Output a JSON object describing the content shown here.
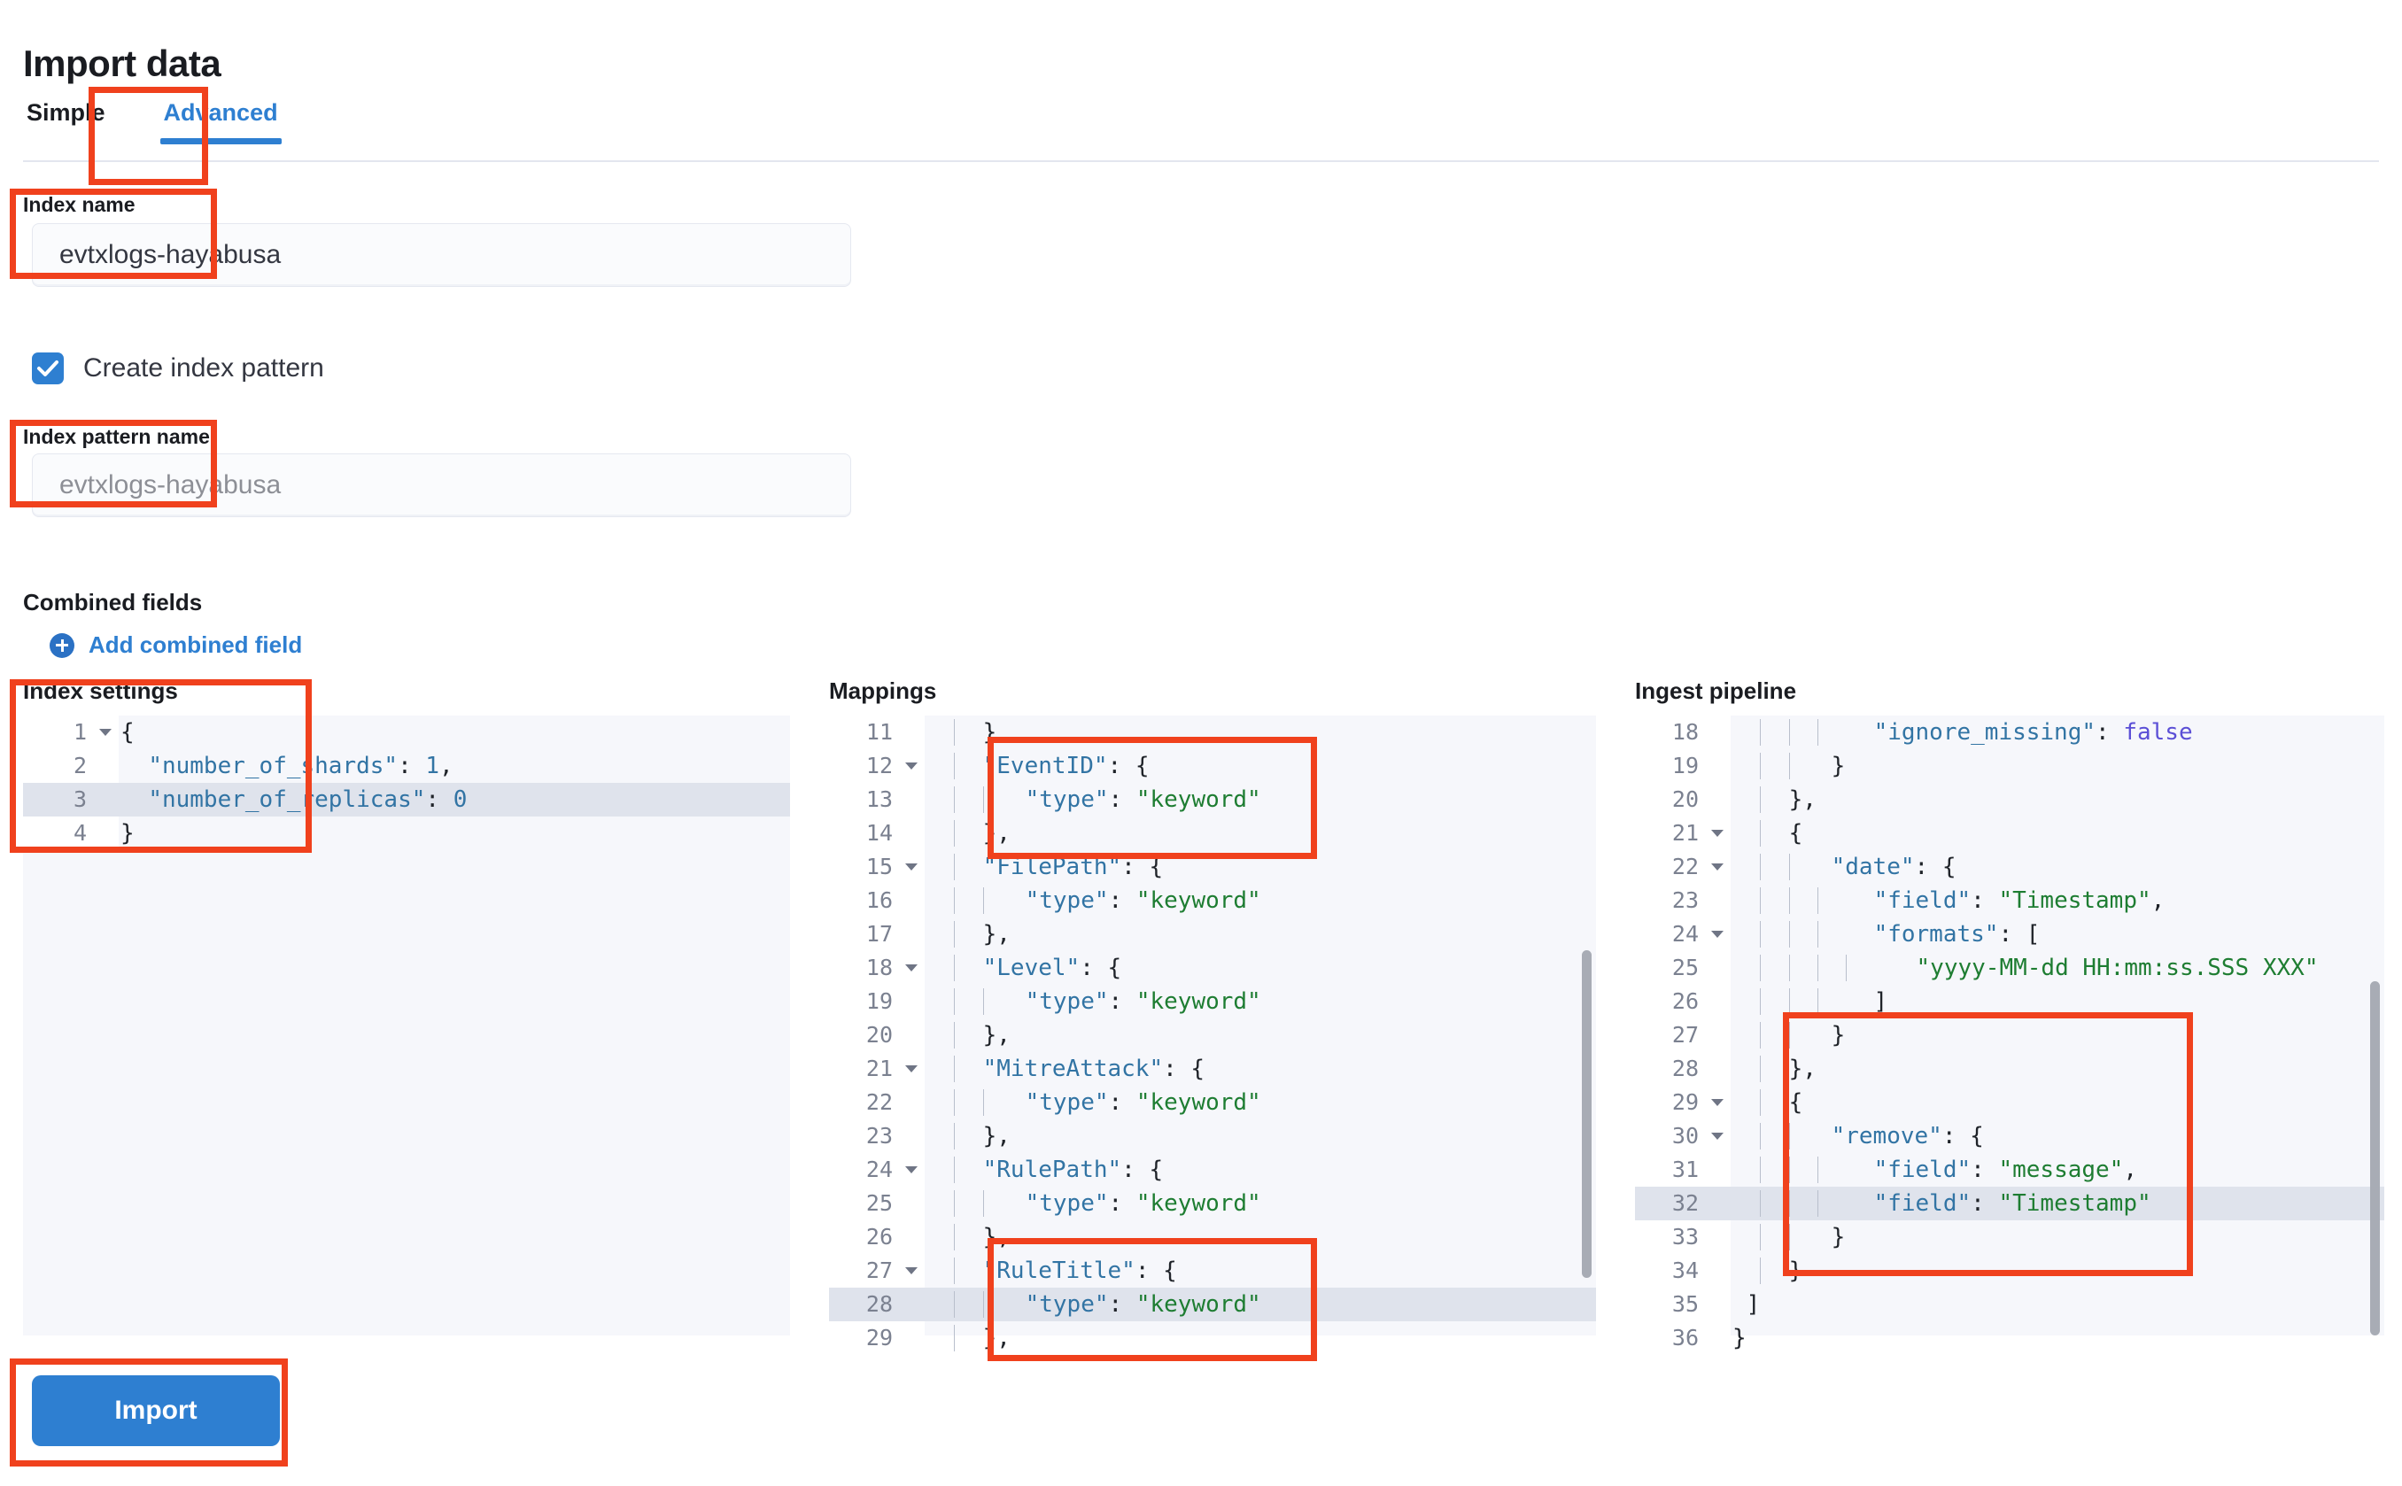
{
  "page": {
    "title": "Import data"
  },
  "tabs": [
    {
      "label": "Simple",
      "active": false
    },
    {
      "label": "Advanced",
      "active": true
    }
  ],
  "form": {
    "index_name": {
      "label": "Index name",
      "value": "evtxlogs-hayabusa",
      "placeholder": ""
    },
    "create_index_pattern": {
      "label": "Create index pattern",
      "checked": true
    },
    "index_pattern_name": {
      "label": "Index pattern name",
      "value": "",
      "placeholder": "evtxlogs-hayabusa"
    },
    "combined_fields": {
      "label": "Combined fields",
      "add_label": "Add combined field"
    }
  },
  "editors": {
    "index_settings": {
      "title": "Index settings",
      "first_line": 1,
      "highlight_line": 3,
      "lines": [
        {
          "n": 1,
          "fold": true,
          "tokens": [
            {
              "t": "{",
              "c": "p"
            }
          ]
        },
        {
          "n": 2,
          "fold": false,
          "tokens": [
            {
              "t": "  ",
              "c": "p"
            },
            {
              "t": "\"number_of_shards\"",
              "c": "k"
            },
            {
              "t": ": ",
              "c": "p"
            },
            {
              "t": "1",
              "c": "n"
            },
            {
              "t": ",",
              "c": "p"
            }
          ]
        },
        {
          "n": 3,
          "fold": false,
          "tokens": [
            {
              "t": "  ",
              "c": "p"
            },
            {
              "t": "\"number_of_replicas\"",
              "c": "k"
            },
            {
              "t": ": ",
              "c": "p"
            },
            {
              "t": "0",
              "c": "n"
            }
          ]
        },
        {
          "n": 4,
          "fold": false,
          "tokens": [
            {
              "t": "}",
              "c": "p"
            }
          ]
        }
      ]
    },
    "mappings": {
      "title": "Mappings",
      "first_line": 11,
      "highlight_line": 28,
      "lines": [
        {
          "n": 11,
          "fold": false,
          "guides": 1,
          "tokens": [
            {
              "t": "  }",
              "c": "p"
            }
          ]
        },
        {
          "n": 12,
          "fold": true,
          "guides": 1,
          "tokens": [
            {
              "t": "  ",
              "c": "p"
            },
            {
              "t": "\"EventID\"",
              "c": "k"
            },
            {
              "t": ": {",
              "c": "p"
            }
          ]
        },
        {
          "n": 13,
          "fold": false,
          "guides": 2,
          "tokens": [
            {
              "t": "   ",
              "c": "p"
            },
            {
              "t": "\"type\"",
              "c": "k"
            },
            {
              "t": ": ",
              "c": "p"
            },
            {
              "t": "\"keyword\"",
              "c": "s"
            }
          ]
        },
        {
          "n": 14,
          "fold": false,
          "guides": 1,
          "tokens": [
            {
              "t": "  },",
              "c": "p"
            }
          ]
        },
        {
          "n": 15,
          "fold": true,
          "guides": 1,
          "tokens": [
            {
              "t": "  ",
              "c": "p"
            },
            {
              "t": "\"FilePath\"",
              "c": "k"
            },
            {
              "t": ": {",
              "c": "p"
            }
          ]
        },
        {
          "n": 16,
          "fold": false,
          "guides": 2,
          "tokens": [
            {
              "t": "   ",
              "c": "p"
            },
            {
              "t": "\"type\"",
              "c": "k"
            },
            {
              "t": ": ",
              "c": "p"
            },
            {
              "t": "\"keyword\"",
              "c": "s"
            }
          ]
        },
        {
          "n": 17,
          "fold": false,
          "guides": 1,
          "tokens": [
            {
              "t": "  },",
              "c": "p"
            }
          ]
        },
        {
          "n": 18,
          "fold": true,
          "guides": 1,
          "tokens": [
            {
              "t": "  ",
              "c": "p"
            },
            {
              "t": "\"Level\"",
              "c": "k"
            },
            {
              "t": ": {",
              "c": "p"
            }
          ]
        },
        {
          "n": 19,
          "fold": false,
          "guides": 2,
          "tokens": [
            {
              "t": "   ",
              "c": "p"
            },
            {
              "t": "\"type\"",
              "c": "k"
            },
            {
              "t": ": ",
              "c": "p"
            },
            {
              "t": "\"keyword\"",
              "c": "s"
            }
          ]
        },
        {
          "n": 20,
          "fold": false,
          "guides": 1,
          "tokens": [
            {
              "t": "  },",
              "c": "p"
            }
          ]
        },
        {
          "n": 21,
          "fold": true,
          "guides": 1,
          "tokens": [
            {
              "t": "  ",
              "c": "p"
            },
            {
              "t": "\"MitreAttack\"",
              "c": "k"
            },
            {
              "t": ": {",
              "c": "p"
            }
          ]
        },
        {
          "n": 22,
          "fold": false,
          "guides": 2,
          "tokens": [
            {
              "t": "   ",
              "c": "p"
            },
            {
              "t": "\"type\"",
              "c": "k"
            },
            {
              "t": ": ",
              "c": "p"
            },
            {
              "t": "\"keyword\"",
              "c": "s"
            }
          ]
        },
        {
          "n": 23,
          "fold": false,
          "guides": 1,
          "tokens": [
            {
              "t": "  },",
              "c": "p"
            }
          ]
        },
        {
          "n": 24,
          "fold": true,
          "guides": 1,
          "tokens": [
            {
              "t": "  ",
              "c": "p"
            },
            {
              "t": "\"RulePath\"",
              "c": "k"
            },
            {
              "t": ": {",
              "c": "p"
            }
          ]
        },
        {
          "n": 25,
          "fold": false,
          "guides": 2,
          "tokens": [
            {
              "t": "   ",
              "c": "p"
            },
            {
              "t": "\"type\"",
              "c": "k"
            },
            {
              "t": ": ",
              "c": "p"
            },
            {
              "t": "\"keyword\"",
              "c": "s"
            }
          ]
        },
        {
          "n": 26,
          "fold": false,
          "guides": 1,
          "tokens": [
            {
              "t": "  },",
              "c": "p"
            }
          ]
        },
        {
          "n": 27,
          "fold": true,
          "guides": 1,
          "tokens": [
            {
              "t": "  ",
              "c": "p"
            },
            {
              "t": "\"RuleTitle\"",
              "c": "k"
            },
            {
              "t": ": {",
              "c": "p"
            }
          ]
        },
        {
          "n": 28,
          "fold": false,
          "guides": 2,
          "tokens": [
            {
              "t": "   ",
              "c": "p"
            },
            {
              "t": "\"type\"",
              "c": "k"
            },
            {
              "t": ": ",
              "c": "p"
            },
            {
              "t": "\"keyword\"",
              "c": "s"
            }
          ]
        },
        {
          "n": 29,
          "fold": false,
          "guides": 1,
          "tokens": [
            {
              "t": "  },",
              "c": "p"
            }
          ]
        }
      ]
    },
    "ingest_pipeline": {
      "title": "Ingest pipeline",
      "first_line": 18,
      "highlight_line": 32,
      "lines": [
        {
          "n": 18,
          "fold": false,
          "guides": 3,
          "tokens": [
            {
              "t": "    ",
              "c": "p"
            },
            {
              "t": "\"ignore_missing\"",
              "c": "k"
            },
            {
              "t": ": ",
              "c": "p"
            },
            {
              "t": "false",
              "c": "b"
            }
          ]
        },
        {
          "n": 19,
          "fold": false,
          "guides": 2,
          "tokens": [
            {
              "t": "   }",
              "c": "p"
            }
          ]
        },
        {
          "n": 20,
          "fold": false,
          "guides": 1,
          "tokens": [
            {
              "t": "  },",
              "c": "p"
            }
          ]
        },
        {
          "n": 21,
          "fold": true,
          "guides": 1,
          "tokens": [
            {
              "t": "  {",
              "c": "p"
            }
          ]
        },
        {
          "n": 22,
          "fold": true,
          "guides": 2,
          "tokens": [
            {
              "t": "   ",
              "c": "p"
            },
            {
              "t": "\"date\"",
              "c": "k"
            },
            {
              "t": ": {",
              "c": "p"
            }
          ]
        },
        {
          "n": 23,
          "fold": false,
          "guides": 3,
          "tokens": [
            {
              "t": "    ",
              "c": "p"
            },
            {
              "t": "\"field\"",
              "c": "k"
            },
            {
              "t": ": ",
              "c": "p"
            },
            {
              "t": "\"Timestamp\"",
              "c": "s"
            },
            {
              "t": ",",
              "c": "p"
            }
          ]
        },
        {
          "n": 24,
          "fold": true,
          "guides": 3,
          "tokens": [
            {
              "t": "    ",
              "c": "p"
            },
            {
              "t": "\"formats\"",
              "c": "k"
            },
            {
              "t": ": [",
              "c": "p"
            }
          ]
        },
        {
          "n": 25,
          "fold": false,
          "guides": 4,
          "tokens": [
            {
              "t": "     ",
              "c": "p"
            },
            {
              "t": "\"yyyy-MM-dd HH:mm:ss.SSS XXX\"",
              "c": "s"
            }
          ]
        },
        {
          "n": 26,
          "fold": false,
          "guides": 3,
          "tokens": [
            {
              "t": "    ]",
              "c": "p"
            }
          ]
        },
        {
          "n": 27,
          "fold": false,
          "guides": 2,
          "tokens": [
            {
              "t": "   }",
              "c": "p"
            }
          ]
        },
        {
          "n": 28,
          "fold": false,
          "guides": 1,
          "tokens": [
            {
              "t": "  },",
              "c": "p"
            }
          ]
        },
        {
          "n": 29,
          "fold": true,
          "guides": 1,
          "tokens": [
            {
              "t": "  {",
              "c": "p"
            }
          ]
        },
        {
          "n": 30,
          "fold": true,
          "guides": 2,
          "tokens": [
            {
              "t": "   ",
              "c": "p"
            },
            {
              "t": "\"remove\"",
              "c": "k"
            },
            {
              "t": ": {",
              "c": "p"
            }
          ]
        },
        {
          "n": 31,
          "fold": false,
          "guides": 3,
          "tokens": [
            {
              "t": "    ",
              "c": "p"
            },
            {
              "t": "\"field\"",
              "c": "k"
            },
            {
              "t": ": ",
              "c": "p"
            },
            {
              "t": "\"message\"",
              "c": "s"
            },
            {
              "t": ",",
              "c": "p"
            }
          ]
        },
        {
          "n": 32,
          "fold": false,
          "guides": 3,
          "tokens": [
            {
              "t": "    ",
              "c": "p"
            },
            {
              "t": "\"field\"",
              "c": "k"
            },
            {
              "t": ": ",
              "c": "p"
            },
            {
              "t": "\"Timestamp\"",
              "c": "s"
            }
          ]
        },
        {
          "n": 33,
          "fold": false,
          "guides": 2,
          "tokens": [
            {
              "t": "   }",
              "c": "p"
            }
          ]
        },
        {
          "n": 34,
          "fold": false,
          "guides": 1,
          "tokens": [
            {
              "t": "  }",
              "c": "p"
            }
          ]
        },
        {
          "n": 35,
          "fold": false,
          "guides": 0,
          "tokens": [
            {
              "t": " ]",
              "c": "p"
            }
          ]
        },
        {
          "n": 36,
          "fold": false,
          "guides": 0,
          "tokens": [
            {
              "t": "}",
              "c": "p"
            }
          ]
        }
      ]
    }
  },
  "actions": {
    "import_label": "Import"
  },
  "colors": {
    "accent": "#2e7fd1",
    "annotation": "#f0411d",
    "string": "#1e7d32",
    "key": "#3274a4",
    "boolean": "#5b4fd6",
    "editor_bg": "#f6f7fb",
    "highlight_row": "#dfe3ec"
  },
  "annotations": [
    {
      "name": "advanced-tab-highlight"
    },
    {
      "name": "index-name-highlight"
    },
    {
      "name": "index-pattern-name-highlight"
    },
    {
      "name": "index-settings-highlight"
    },
    {
      "name": "mappings-eventid-highlight"
    },
    {
      "name": "mappings-ruletitle-highlight"
    },
    {
      "name": "ingest-remove-highlight"
    },
    {
      "name": "import-button-highlight"
    }
  ]
}
